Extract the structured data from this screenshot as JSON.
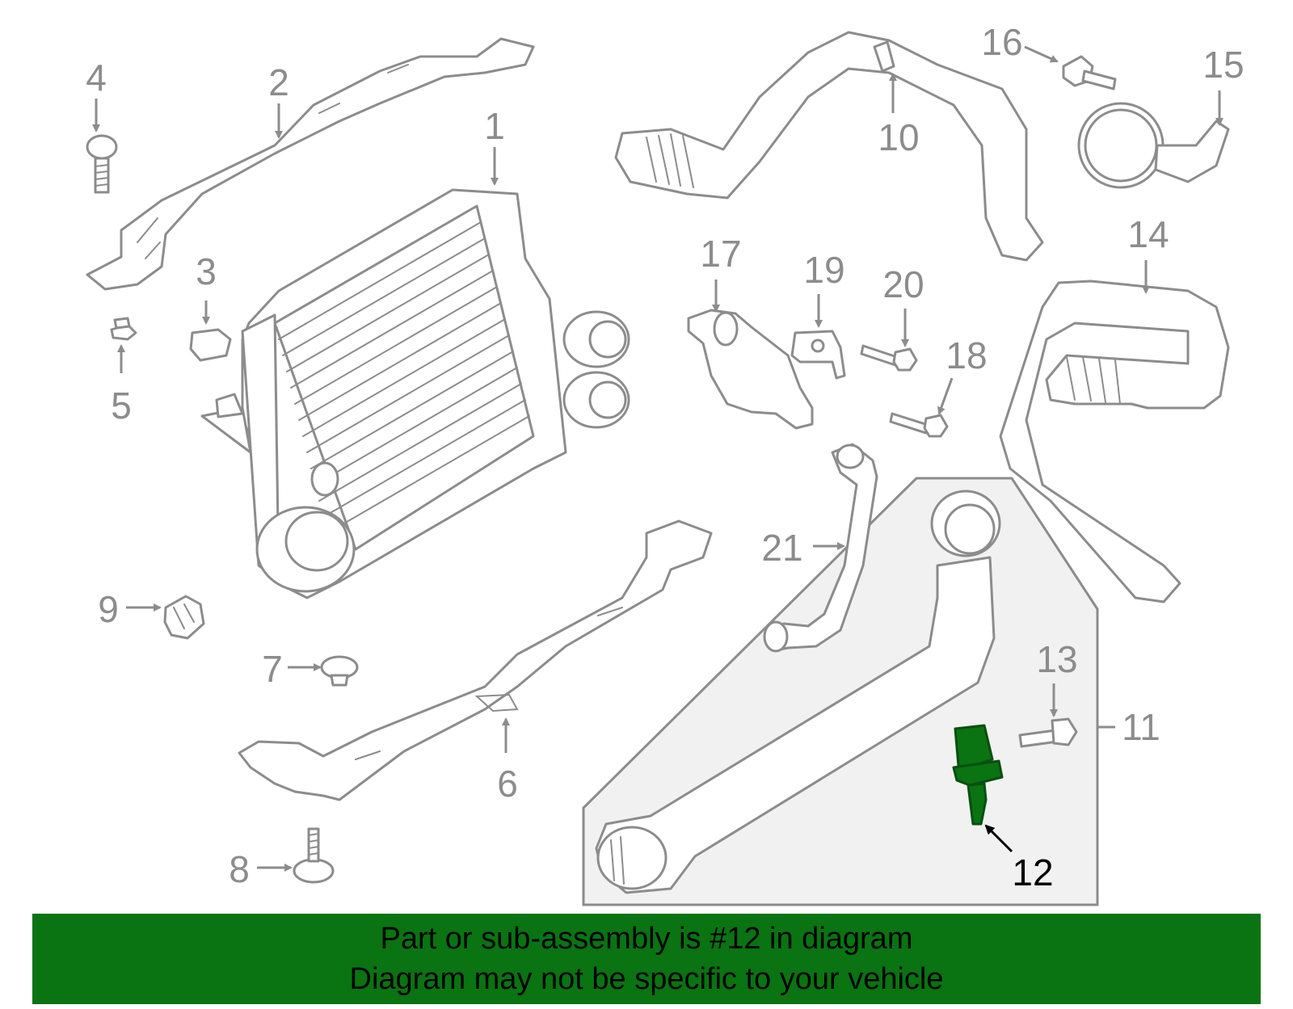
{
  "callouts": {
    "c1": "1",
    "c2": "2",
    "c3": "3",
    "c4": "4",
    "c5": "5",
    "c6": "6",
    "c7": "7",
    "c8": "8",
    "c9": "9",
    "c10": "10",
    "c11": "11",
    "c12": "12",
    "c13": "13",
    "c14": "14",
    "c15": "15",
    "c16": "16",
    "c17": "17",
    "c18": "18",
    "c19": "19",
    "c20": "20",
    "c21": "21"
  },
  "highlighted_part": "12",
  "colors": {
    "highlight_part": "#0a7312",
    "banner_bg": "#0a7312",
    "line_art": "#8c8c8c",
    "inset_bg": "#f1f1f1"
  },
  "banner": {
    "line1": "Part or sub-assembly is #12 in diagram",
    "line2": "Diagram may not be specific to your vehicle"
  }
}
